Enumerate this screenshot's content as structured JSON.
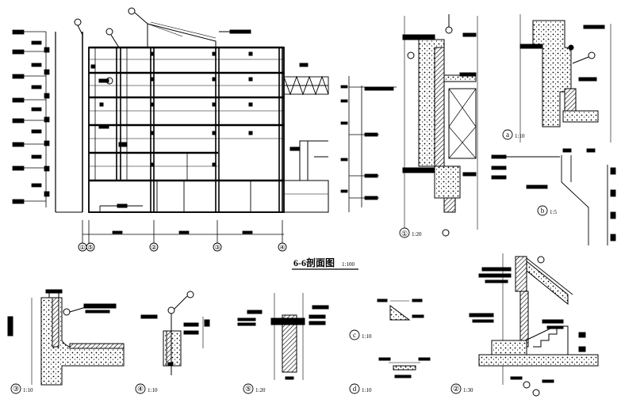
{
  "main_section": {
    "title": "6-6剖面图",
    "scale": "1:100",
    "axis_labels": [
      "①",
      "⑤",
      "②",
      "③",
      "④"
    ]
  },
  "details": [
    {
      "id": "①",
      "scale": "1:20"
    },
    {
      "id": "a",
      "scale": "1:10"
    },
    {
      "id": "b",
      "scale": "1:5"
    },
    {
      "id": "③",
      "scale": "1:10"
    },
    {
      "id": "④",
      "scale": "1:10"
    },
    {
      "id": "⑤",
      "scale": "1:20"
    },
    {
      "id": "c",
      "scale": "1:10"
    },
    {
      "id": "d",
      "scale": "1:10"
    },
    {
      "id": "②",
      "scale": "1:30"
    }
  ],
  "colors": {
    "line": "#000000",
    "hatch": "#000000",
    "background": "#ffffff"
  }
}
